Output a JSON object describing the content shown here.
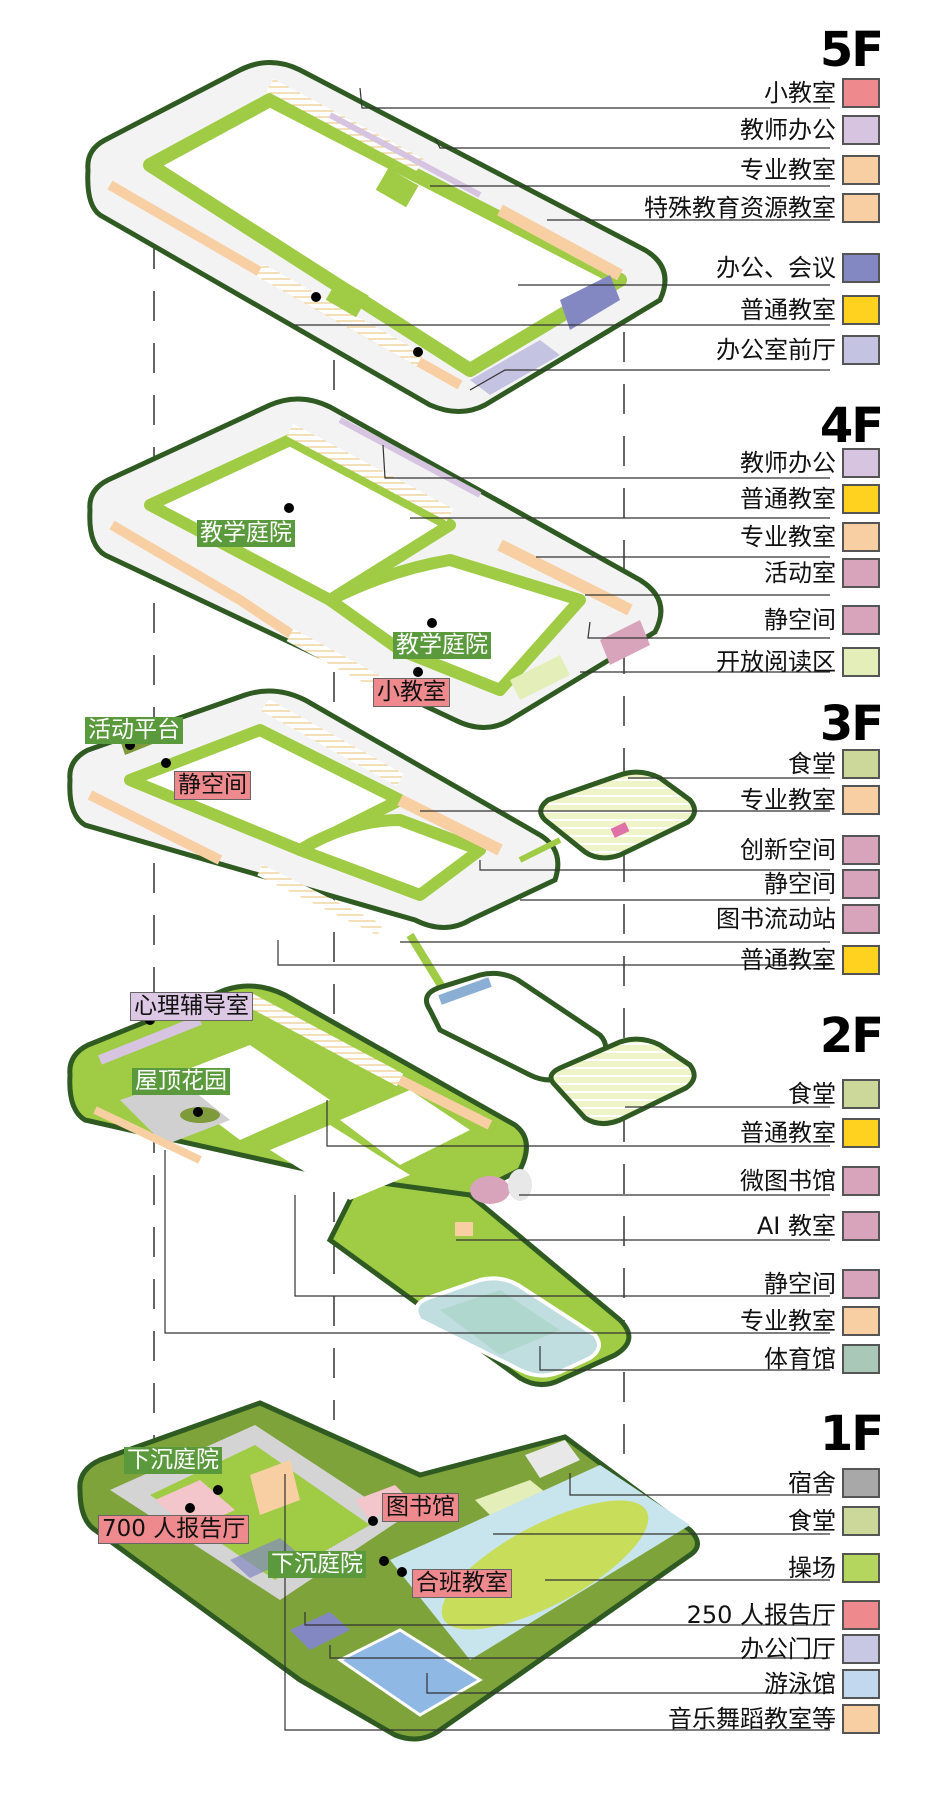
{
  "colors": {
    "corridor_green": "#9fcb45",
    "outline_dark_green": "#2f5a22",
    "outer_ground_green": "#7ea33a",
    "tag_green": "#5a9a3c",
    "tag_red": "#ee8a8e",
    "tag_violet": "#dcc8e4",
    "leader_line": "#222222"
  },
  "floors": [
    {
      "id": "5F",
      "title": "5F",
      "legend": [
        {
          "label": "小教室",
          "color": "#ee8a8e"
        },
        {
          "label": "教师办公",
          "color": "#d6c4e0"
        },
        {
          "label": "专业教室",
          "color": "#f8cfa3"
        },
        {
          "label": "特殊教育资源教室",
          "color": "#f8cfa3"
        },
        {
          "label": "办公、会议",
          "color": "#8388c2"
        },
        {
          "label": "普通教室",
          "color": "#ffd21f"
        },
        {
          "label": "办公室前厅",
          "color": "#c4c4e2"
        }
      ],
      "tags": []
    },
    {
      "id": "4F",
      "title": "4F",
      "legend": [
        {
          "label": "教师办公",
          "color": "#d6c4e0"
        },
        {
          "label": "普通教室",
          "color": "#ffd21f"
        },
        {
          "label": "专业教室",
          "color": "#f8cfa3"
        },
        {
          "label": "活动室",
          "color": "#d8a4bc"
        },
        {
          "label": "静空间",
          "color": "#d8a4bc"
        },
        {
          "label": "开放阅读区",
          "color": "#e4eeb8"
        }
      ],
      "tags": [
        {
          "label": "教学庭院",
          "style": "green"
        },
        {
          "label": "教学庭院",
          "style": "green"
        },
        {
          "label": "小教室",
          "style": "red"
        }
      ]
    },
    {
      "id": "3F",
      "title": "3F",
      "legend": [
        {
          "label": "食堂",
          "color": "#ccd89a"
        },
        {
          "label": "专业教室",
          "color": "#f8cfa3"
        },
        {
          "label": "创新空间",
          "color": "#d8a4bc"
        },
        {
          "label": "静空间",
          "color": "#d8a4bc"
        },
        {
          "label": "图书流动站",
          "color": "#d8a4bc"
        },
        {
          "label": "普通教室",
          "color": "#ffd21f"
        }
      ],
      "tags": [
        {
          "label": "活动平台",
          "style": "green"
        },
        {
          "label": "静空间",
          "style": "red"
        }
      ]
    },
    {
      "id": "2F",
      "title": "2F",
      "legend": [
        {
          "label": "食堂",
          "color": "#ccd89a"
        },
        {
          "label": "普通教室",
          "color": "#ffd21f"
        },
        {
          "label": "微图书馆",
          "color": "#d8a4bc"
        },
        {
          "label": "AI 教室",
          "color": "#d8a4bc"
        },
        {
          "label": "静空间",
          "color": "#d8a4bc"
        },
        {
          "label": "专业教室",
          "color": "#f8cfa3"
        },
        {
          "label": "体育馆",
          "color": "#a9c8b8"
        }
      ],
      "tags": [
        {
          "label": "心理辅导室",
          "style": "violet"
        },
        {
          "label": "屋顶花园",
          "style": "green"
        }
      ]
    },
    {
      "id": "1F",
      "title": "1F",
      "legend": [
        {
          "label": "宿舍",
          "color": "#a8a8a8"
        },
        {
          "label": "食堂",
          "color": "#ccd89a"
        },
        {
          "label": "操场",
          "color": "#b5d65e"
        },
        {
          "label": "250 人报告厅",
          "color": "#ee8a8e"
        },
        {
          "label": "办公门厅",
          "color": "#c8c8e4"
        },
        {
          "label": "游泳馆",
          "color": "#c2d8ee"
        },
        {
          "label": "音乐舞蹈教室等",
          "color": "#f8cfa3"
        }
      ],
      "tags": [
        {
          "label": "下沉庭院",
          "style": "green"
        },
        {
          "label": "700 人报告厅",
          "style": "red"
        },
        {
          "label": "图书馆",
          "style": "red"
        },
        {
          "label": "下沉庭院",
          "style": "green"
        },
        {
          "label": "合班教室",
          "style": "red"
        }
      ]
    }
  ]
}
